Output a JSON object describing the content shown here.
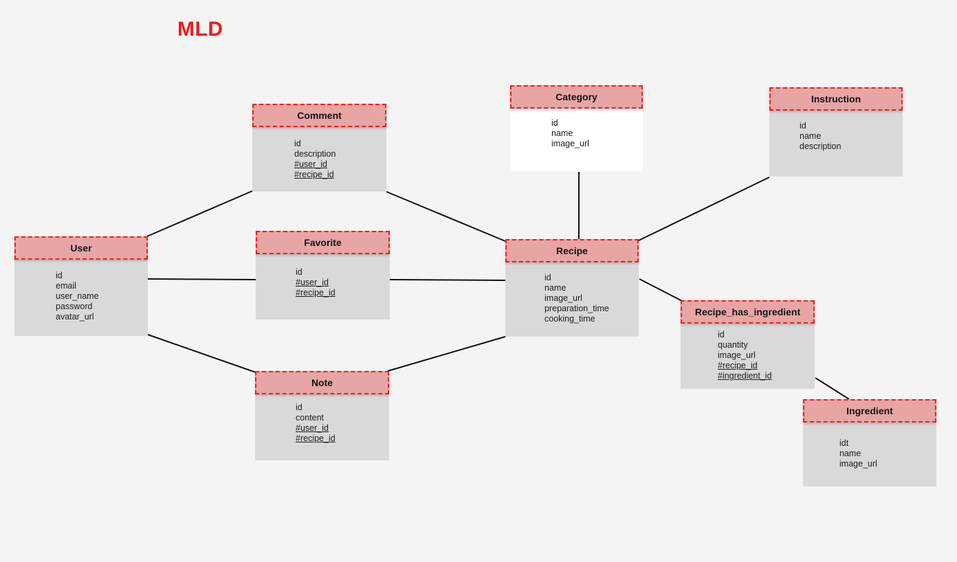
{
  "title": "MLD",
  "colors": {
    "background": "#f4f4f4",
    "title": "#ee1c1c",
    "header_fill": "#e8a5a5",
    "header_border": "#ee1c1c",
    "body_fill": "#d9d9d9"
  },
  "entities": [
    {
      "key": "comment",
      "name": "Comment",
      "fields": [
        "id",
        "description",
        "#user_id",
        "#recipe_id"
      ]
    },
    {
      "key": "category",
      "name": "Category",
      "fields": [
        "id",
        "name",
        "image_url"
      ]
    },
    {
      "key": "instruction",
      "name": "Instruction",
      "fields": [
        "id",
        "name",
        "description"
      ]
    },
    {
      "key": "user",
      "name": "User",
      "fields": [
        "id",
        "email",
        "user_name",
        "password",
        "avatar_url"
      ]
    },
    {
      "key": "favorite",
      "name": "Favorite",
      "fields": [
        "id",
        "#user_id",
        "#recipe_id"
      ]
    },
    {
      "key": "recipe",
      "name": "Recipe",
      "fields": [
        "id",
        "name",
        "image_url",
        "preparation_time",
        "cooking_time"
      ]
    },
    {
      "key": "recipe_has_ingredient",
      "name": "Recipe_has_ingredient",
      "fields": [
        "id",
        "quantity",
        "image_url",
        "#recipe_id",
        "#ingredient_id"
      ]
    },
    {
      "key": "note",
      "name": "Note",
      "fields": [
        "id",
        "content",
        "#user_id",
        "#recipe_id"
      ]
    },
    {
      "key": "ingredient",
      "name": "Ingredient",
      "fields": [
        "idt",
        "name",
        "image_url"
      ]
    }
  ],
  "relations": [
    {
      "from": "user",
      "to": "comment"
    },
    {
      "from": "comment",
      "to": "recipe"
    },
    {
      "from": "user",
      "to": "favorite"
    },
    {
      "from": "favorite",
      "to": "recipe"
    },
    {
      "from": "user",
      "to": "note"
    },
    {
      "from": "note",
      "to": "recipe"
    },
    {
      "from": "category",
      "to": "recipe"
    },
    {
      "from": "instruction",
      "to": "recipe"
    },
    {
      "from": "recipe",
      "to": "recipe_has_ingredient"
    },
    {
      "from": "recipe_has_ingredient",
      "to": "ingredient"
    }
  ]
}
